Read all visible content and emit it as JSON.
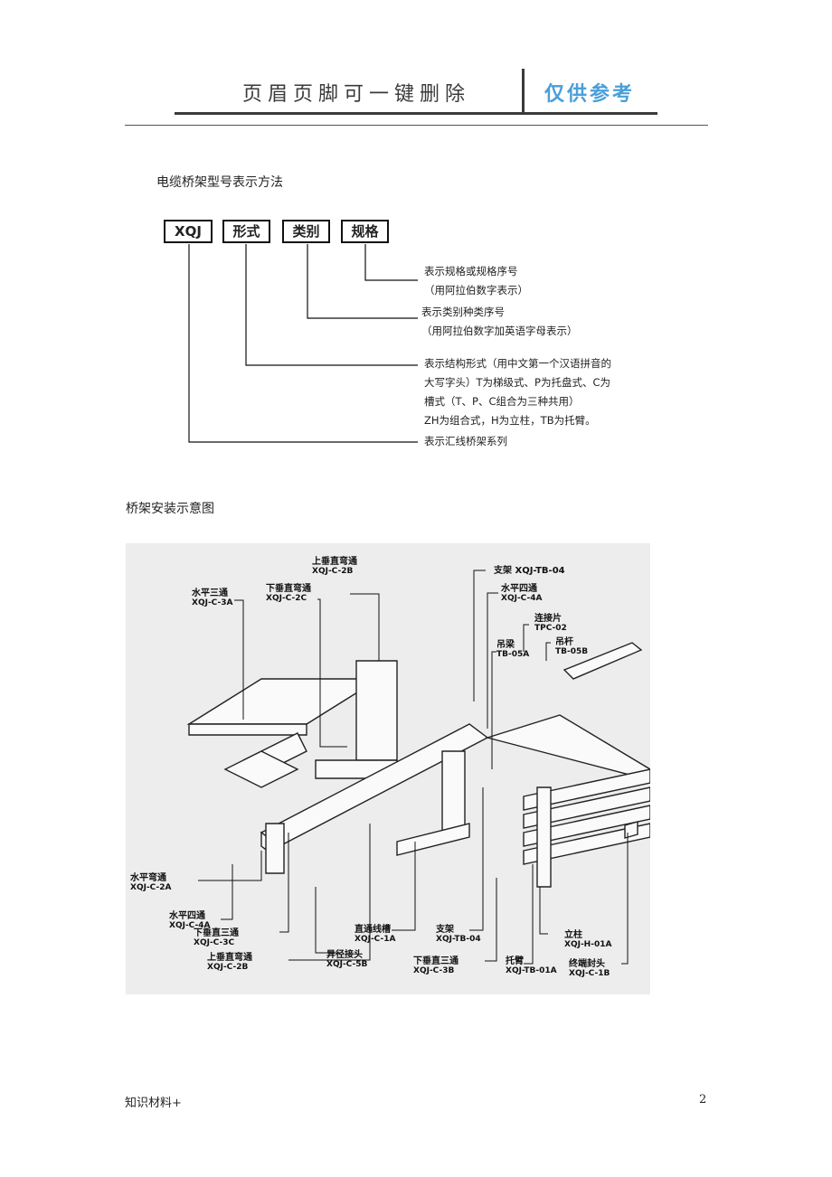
{
  "header": {
    "left_text": "页眉页脚可一键删除",
    "right_text": "仅供参考",
    "right_color": "#4a9fd9"
  },
  "section1": {
    "title": "电缆桥架型号表示方法",
    "boxes": [
      "XQJ",
      "形式",
      "类别",
      "规格"
    ],
    "notes": {
      "spec": [
        "表示规格或规格序号",
        "（用阿拉伯数字表示）"
      ],
      "category": [
        "表示类别种类序号",
        "（用阿拉伯数字加英语字母表示）"
      ],
      "form": [
        "表示结构形式（用中文第一个汉语拼音的",
        "大写字头）T为梯级式、P为托盘式、C为",
        "槽式（T、P、C组合为三种共用）",
        "ZH为组合式，H为立柱，TB为托臂。"
      ],
      "xqj": [
        "表示汇线桥架系列"
      ]
    }
  },
  "section2": {
    "title": "桥架安装示意图",
    "labels": [
      {
        "name": "上垂直弯通",
        "code": "XQJ-C-2B"
      },
      {
        "name": "水平三通",
        "code": "XQJ-C-3A"
      },
      {
        "name": "下垂直弯通",
        "code": "XQJ-C-2C"
      },
      {
        "name": "支架",
        "code": "XQJ-TB-04"
      },
      {
        "name": "水平四通",
        "code": "XQJ-C-4A"
      },
      {
        "name": "连接片",
        "code": "TPC-02"
      },
      {
        "name": "吊梁",
        "code": "TB-05A"
      },
      {
        "name": "吊杆",
        "code": "TB-05B"
      },
      {
        "name": "水平弯通",
        "code": "XQJ-C-2A"
      },
      {
        "name": "水平四通",
        "code": "XQJ-C-4A"
      },
      {
        "name": "下垂直三通",
        "code": "XQJ-C-3C"
      },
      {
        "name": "上垂直弯通",
        "code": "XQJ-C-2B"
      },
      {
        "name": "直通线槽",
        "code": "XQJ-C-1A"
      },
      {
        "name": "异径接头",
        "code": "XQJ-C-5B"
      },
      {
        "name": "支架",
        "code": "XQJ-TB-04"
      },
      {
        "name": "下垂直三通",
        "code": "XQJ-C-3B"
      },
      {
        "name": "托臂",
        "code": "XQJ-TB-01A"
      },
      {
        "name": "立柱",
        "code": "XQJ-H-01A"
      },
      {
        "name": "终端封头",
        "code": "XQJ-C-1B"
      }
    ]
  },
  "footer": {
    "left": "知识材料+",
    "page_number": "2"
  }
}
